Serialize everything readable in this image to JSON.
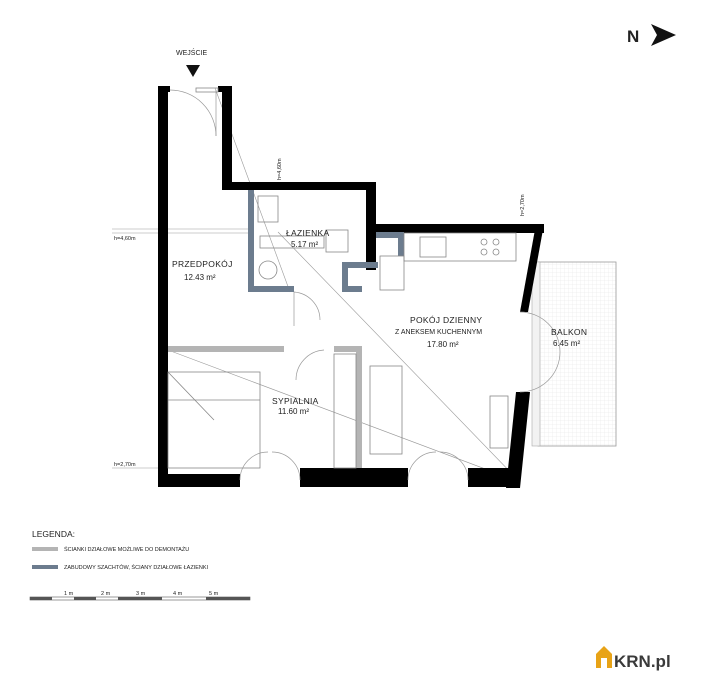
{
  "entrance": {
    "label": "WEJŚCIE"
  },
  "north": {
    "label": "N"
  },
  "heights": {
    "left_upper": "h=4,60m",
    "left_lower": "h=2,70m",
    "bathroom": "h=4,60m",
    "living_right": "h=2,70m"
  },
  "rooms": {
    "hall": {
      "name": "PRZEDPOKÓJ",
      "area": "12.43 m²"
    },
    "bathroom": {
      "name": "ŁAZIENKA",
      "area": "5.17 m²"
    },
    "living": {
      "name": "POKÓJ DZIENNY",
      "subtitle": "Z ANEKSEM KUCHENNYM",
      "area": "17.80 m²"
    },
    "bedroom": {
      "name": "SYPIALNIA",
      "area": "11.60 m²"
    },
    "balcony": {
      "name": "BALKON",
      "area": "6.45 m²"
    }
  },
  "legend": {
    "title": "LEGENDA:",
    "items": [
      {
        "label": "ŚCIANKI DZIAŁOWE MOŻLIWE DO DEMONTAŻU",
        "color": "#b4b4b4"
      },
      {
        "label": "ZABUDOWY SZACHTÓW, ŚCIANY DZIAŁOWE ŁAZIENKI",
        "color": "#6c7c8e"
      }
    ]
  },
  "scale": {
    "ticks": [
      "1 m",
      "2 m",
      "3 m",
      "4 m",
      "5 m"
    ]
  },
  "logo": {
    "text": "KRN.pl"
  },
  "colors": {
    "wall": "#000000",
    "removable": "#b4b4b4",
    "shaft": "#6c7c8e",
    "logo_gold": "#e8a317"
  }
}
